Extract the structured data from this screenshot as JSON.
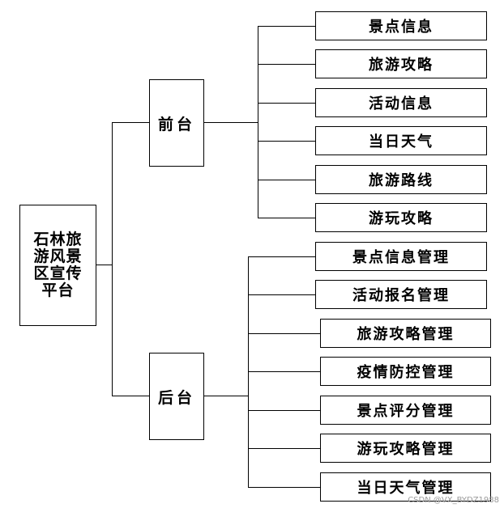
{
  "root": {
    "label": "石林旅游风景区宣传平台"
  },
  "branches": [
    {
      "label": "前台",
      "children": [
        "景点信息",
        "旅游攻略",
        "活动信息",
        "当日天气",
        "旅游路线",
        "游玩攻略"
      ]
    },
    {
      "label": "后台",
      "children": [
        "景点信息管理",
        "活动报名管理",
        "旅游攻略管理",
        "疫情防控管理",
        "景点评分管理",
        "游玩攻略管理",
        "当日天气管理"
      ]
    }
  ],
  "watermark": "CSDN @VX_BYDZ1988"
}
